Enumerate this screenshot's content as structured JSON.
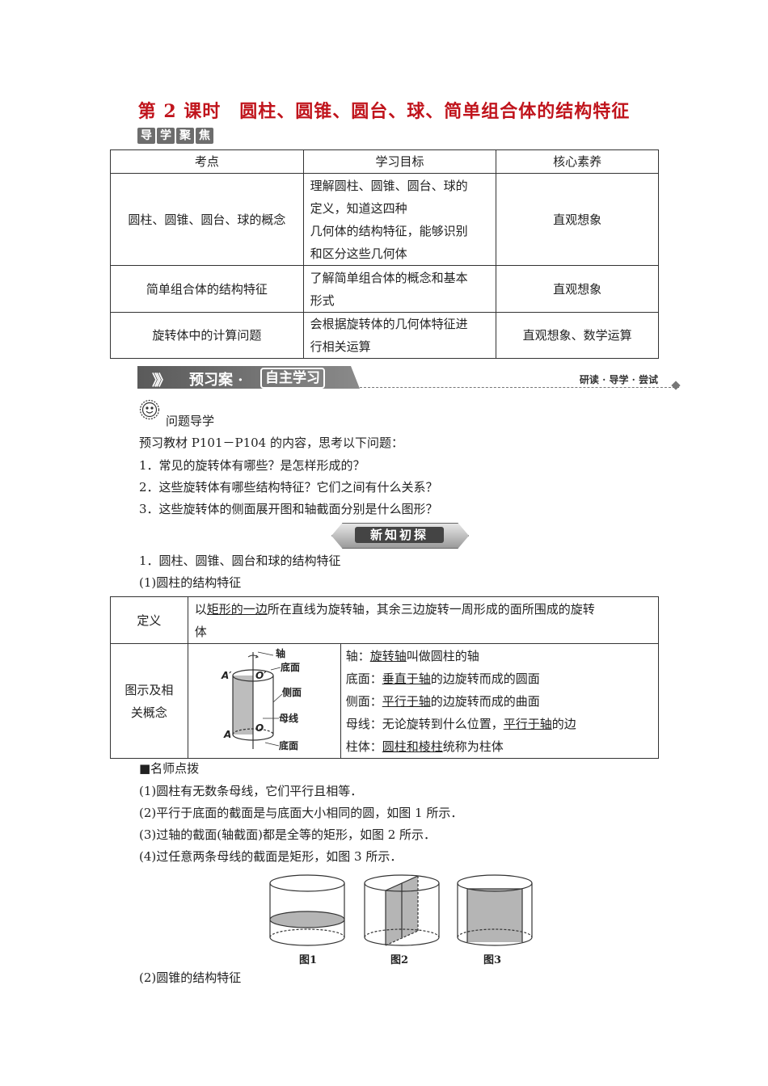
{
  "title": "第 2 课时　圆柱、圆锥、圆台、球、简单组合体的结构特征",
  "tag_chars": [
    "导",
    "学",
    "聚",
    "焦"
  ],
  "objectives_table": {
    "headers": [
      "考点",
      "学习目标",
      "核心素养"
    ],
    "rows": [
      {
        "point": "圆柱、圆锥、圆台、球的概念",
        "goal_lines": [
          "理解圆柱、圆锥、圆台、球的",
          "定义，知道这四种",
          "几何体的结构特征，能够识别",
          "和区分这些几何体"
        ],
        "literacy": "直观想象"
      },
      {
        "point": "简单组合体的结构特征",
        "goal_lines": [
          "了解简单组合体的概念和基本",
          "形式"
        ],
        "literacy": "直观想象"
      },
      {
        "point": "旋转体中的计算问题",
        "goal_lines": [
          "会根据旋转体的几何体特征进",
          "行相关运算"
        ],
        "literacy": "直观想象、数学运算"
      }
    ]
  },
  "banner": {
    "arrows": "》》",
    "left": "预习案 ·",
    "boxed": "自主学习",
    "right": "研读 · 导学 · 尝试"
  },
  "question_guide": {
    "heading": "问题导学",
    "intro": "预习教材 P101－P104 的内容，思考以下问题：",
    "questions": [
      "1．常见的旋转体有哪些？是怎样形成的？",
      "2．这些旋转体有哪些结构特征？它们之间有什么关系？",
      "3．这些旋转体的侧面展开图和轴截面分别是什么图形？"
    ]
  },
  "new_section_label": "新知初探",
  "section1": "1．圆柱、圆锥、圆台和球的结构特征",
  "cylinder_heading": "(1)圆柱的结构特征",
  "cylinder_table": {
    "def_label": "定义",
    "def_pre": "以",
    "def_u": "矩形的一边",
    "def_post": "所在直线为旋转轴，其余三边旋转一周形成的面所围成的旋转",
    "def_line2": "体",
    "fig_label_1": "图示及相",
    "fig_label_2": "关概念",
    "fig_labels": {
      "axis": "轴",
      "top_base": "底面",
      "side": "侧面",
      "generatrix": "母线",
      "bottom_base": "底面",
      "A1": "A′",
      "O1": "O′",
      "A": "A",
      "O": "O"
    },
    "concepts": [
      {
        "pre": "轴：",
        "u": "旋转轴",
        "post": "叫做圆柱的轴"
      },
      {
        "pre": "底面：",
        "u": "垂直于轴",
        "post": "的边旋转而成的圆面"
      },
      {
        "pre": "侧面：",
        "u": "平行于轴",
        "post": "的边旋转而成的曲面"
      },
      {
        "pre": "母线：无论旋转到什么位置，",
        "u": "平行于轴",
        "post": "的边"
      },
      {
        "pre": "柱体：",
        "u": "圆柱和棱柱",
        "post": "统称为柱体"
      }
    ]
  },
  "tips": {
    "heading": "■名师点拨",
    "items": [
      "(1)圆柱有无数条母线，它们平行且相等．",
      "(2)平行于底面的截面是与底面大小相同的圆，如图 1 所示．",
      "(3)过轴的截面(轴截面)都是全等的矩形，如图 2 所示．",
      "(4)过任意两条母线的截面是矩形，如图 3 所示．"
    ]
  },
  "figures": [
    "图1",
    "图2",
    "图3"
  ],
  "cone_heading": "(2)圆锥的结构特征"
}
